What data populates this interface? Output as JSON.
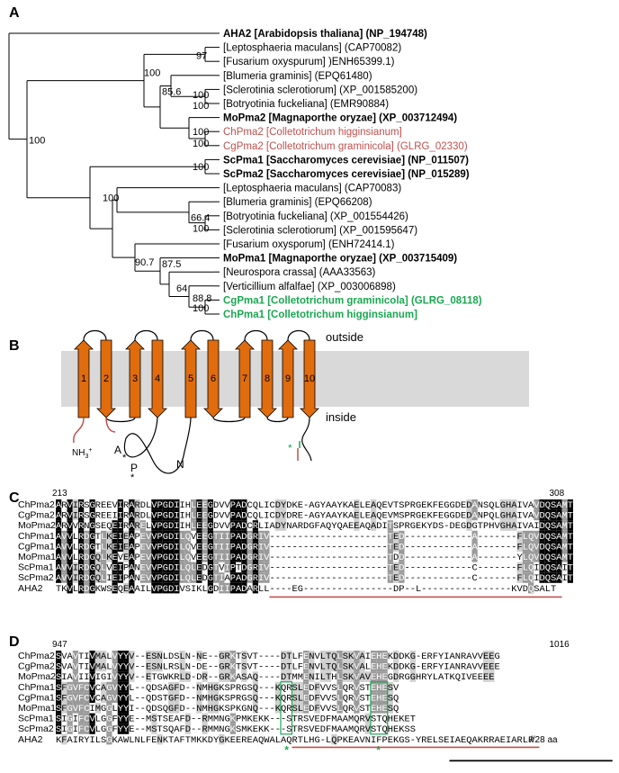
{
  "panels": {
    "A": "A",
    "B": "B",
    "C": "C",
    "D": "D"
  },
  "tree": {
    "leaves": [
      {
        "label": "AHA2 [Arabidopsis thaliana] (NP_194748)",
        "bold": true,
        "color": "#000000"
      },
      {
        "label": "[Leptosphaeria maculans] (CAP70082)",
        "bold": false,
        "color": "#000000"
      },
      {
        "label": "[Fusarium oxyspurum] )ENH65399.1)",
        "bold": false,
        "color": "#000000"
      },
      {
        "label": "[Blumeria graminis] (EPQ61480)",
        "bold": false,
        "color": "#000000"
      },
      {
        "label": "[Sclerotinia sclerotiorum] (XP_001585200)",
        "bold": false,
        "color": "#000000"
      },
      {
        "label": "[Botryotinia fuckeliana] (EMR90884)",
        "bold": false,
        "color": "#000000"
      },
      {
        "label": "MoPma2 [Magnaporthe oryzae] (XP_003712494)",
        "bold": true,
        "color": "#000000"
      },
      {
        "label": "ChPma2 [Colletotrichum higginsianum]",
        "bold": false,
        "color": "#c0504d"
      },
      {
        "label": "CgPma2 [Colletotrichum graminicola] (GLRG_02330)",
        "bold": false,
        "color": "#c0504d"
      },
      {
        "label": "ScPma1 [Saccharomyces cerevisiae] (NP_011507)",
        "bold": true,
        "color": "#000000"
      },
      {
        "label": "ScPma2 [Saccharomyces cerevisiae] (NP_015289)",
        "bold": true,
        "color": "#000000"
      },
      {
        "label": "[Leptosphaeria maculans] (CAP70083)",
        "bold": false,
        "color": "#000000"
      },
      {
        "label": "[Blumeria graminis] (EPQ66208)",
        "bold": false,
        "color": "#000000"
      },
      {
        "label": "[Botryotinia fuckeliana] (XP_001554426)",
        "bold": false,
        "color": "#000000"
      },
      {
        "label": "[Sclerotinia sclerotiorum] (XP_001595647)",
        "bold": false,
        "color": "#000000"
      },
      {
        "label": "[Fusarium oxysporum]  (ENH72414.1)",
        "bold": false,
        "color": "#000000"
      },
      {
        "label": "MoPma1 [Magnaporthe oryzae] (XP_003715409)",
        "bold": true,
        "color": "#000000"
      },
      {
        "label": "[Neurospora crassa] (AAA33563)",
        "bold": false,
        "color": "#000000"
      },
      {
        "label": "[Verticillium alfalfae] (XP_003006898)",
        "bold": false,
        "color": "#000000"
      },
      {
        "label": "CgPma1 [Colletotrichum graminicola] (GLRG_08118)",
        "bold": true,
        "color": "#1aa851"
      },
      {
        "label": "ChPma1 [Colletotrichum higginsianum]",
        "bold": true,
        "color": "#1aa851"
      }
    ],
    "bootstrap": [
      "100",
      "97",
      "100",
      "100",
      "100",
      "85.6",
      "100",
      "100",
      "100",
      "66.4",
      "100",
      "90.7",
      "87.5",
      "64",
      "88.8",
      "100",
      "100"
    ]
  },
  "topology": {
    "outside": "outside",
    "inside": "inside",
    "helices": [
      "1",
      "2",
      "3",
      "4",
      "5",
      "6",
      "7",
      "8",
      "9",
      "10"
    ],
    "domains": [
      "A",
      "P",
      "N"
    ],
    "nterm": "NH",
    "nterm_sup": "3",
    "nterm_charge": "+",
    "star": "*"
  },
  "alignC": {
    "start": "213",
    "end": "308",
    "rows": [
      {
        "name": "ChPma2",
        "seq": "ARVIRSGREEVIRARDLVPGDIIHLEEGDVVPADCQLICDYDKE-AGYAAYKAELEAQEVTSPRGEKFEGGDEDANSQLGHAIVAVDQSAMT"
      },
      {
        "name": "CgPma2",
        "seq": "ARVIRSGREEIIRARDLVPGDIIHLEEGDVVPADCQLICDYDRE-AGYAAYKAELEAQEVMSPRGEKFEGGDEDANPQLGHAIVAVDQSAMT"
      },
      {
        "name": "MoPma2",
        "seq": "ARVVRNGSEQEIRARELVPGDIIHLEEGDVVPADCRLIADYNARDGFAQYQAEEAQADITSPRGEKYDS-DEGDGTPHVGHAIVAIDQSAMT"
      },
      {
        "name": "ChPma1",
        "seq": "AVVLRDGTLKEIEAPEVVPGDILQVEEGTIIPADGRIV---------------------TED------------A-------FLQVDQSAMT"
      },
      {
        "name": "CgPma1",
        "seq": "AVVLRDGTLKEIEAPEVVPGDILQVEEGTIIPADGRIV---------------------TED------------A-------FLQVDQSAMT"
      },
      {
        "name": "MoPma1",
        "seq": "AVVLRDGQLKEVEAPEVVPGDILQVEEGTIIPADGRIV---------------------TDD------------A-------YLQVDQSAMT"
      },
      {
        "name": "ScPma1",
        "seq": "AVVIRDGQLVEIPANEVVPGDILQLEDGTVIPTDGRIV---------------------TED------------C-------FLQIDQSAIT"
      },
      {
        "name": "ScPma2",
        "seq": "AVVIRDGQLIEIPANEVVPGDILQLEDGTIAPADGRIV---------------------TED------------C-------FLQIDQSAIT"
      },
      {
        "name": "AHA2",
        "seq": "TKVLRDGKWSEQEAAILVPGDIVSIKLGDIIPADARLL----EG----------------DP--L----------------KVDQSALT"
      }
    ]
  },
  "alignD": {
    "start": "947",
    "end": "1016",
    "rows": [
      {
        "name": "ChPma2",
        "seq": "SVAVTIVMALVYYV--ESNLDSLN-NE--GRKTSVT----DTLFENVLTQLSKVAIEHEKDDKG-ERFYIANRAVVEEG"
      },
      {
        "name": "CgPma2",
        "seq": "SVAVTIVMALVYYV--ESNLRSLN-DE--GRKTSVT----DTLFENVLTQLSKVALEHEKDDKG-ERFYIANRAVVEEE"
      },
      {
        "name": "MoPma2",
        "seq": "SIAVIIVIGIVYYV--ETGWKRLD-DR--GRKASAQ----DTMMENILTHLSKVAVEHEGDRGGHRYLATKQIVEEEE"
      },
      {
        "name": "ChPma1",
        "seq": "SFGVFCVCAGVYYL--QDSAGFD--NMHGKSPRGSQ---KQRSLEDFVVSLQRVSTEHESV"
      },
      {
        "name": "CgPma1",
        "seq": "SFGVFCVCAGVYYL--QDSTGFD--NMHGKSPRGSQ---KQRSLEDFVVSLQRVSTEHESQ"
      },
      {
        "name": "MoPma1",
        "seq": "SFGVFCIMGGLYYI--QDSQGFD--NMHGKSPKGNQ---KQRSLEDFVVSLQRVSTEHESQ"
      },
      {
        "name": "ScPma1",
        "seq": "SIGIFCVLGGFYYE--MSTSEAFD--RMMNGKPMKEKK---STRSVEDFMAAMQRVSTQHEKET"
      },
      {
        "name": "ScPma2",
        "seq": "SIGIFCVLGGFYYE--MSTSQAFD--RMMNGKSMKEKK---STRSVEDFMAAMQRVSTQHEKSS"
      },
      {
        "name": "AHA2",
        "seq": "KFAIRYILSGKAWLNLFENKTAFTMKKDYGKEEREAQWALAQRTLHG-LQPKEAVNIFPEKGS-YRELSEIAEQAKRRAEIARLR"
      }
    ],
    "suffix": "//28 aa",
    "stars": [
      "*",
      "*"
    ]
  },
  "colors": {
    "helix": "#e06c0e",
    "red": "#c0504d",
    "green": "#1aa851",
    "membrane": "#d9d9d9",
    "black_bg": "#000000",
    "gray_bg": "#9a9a9a",
    "lightgray_bg": "#cfcfcf"
  }
}
